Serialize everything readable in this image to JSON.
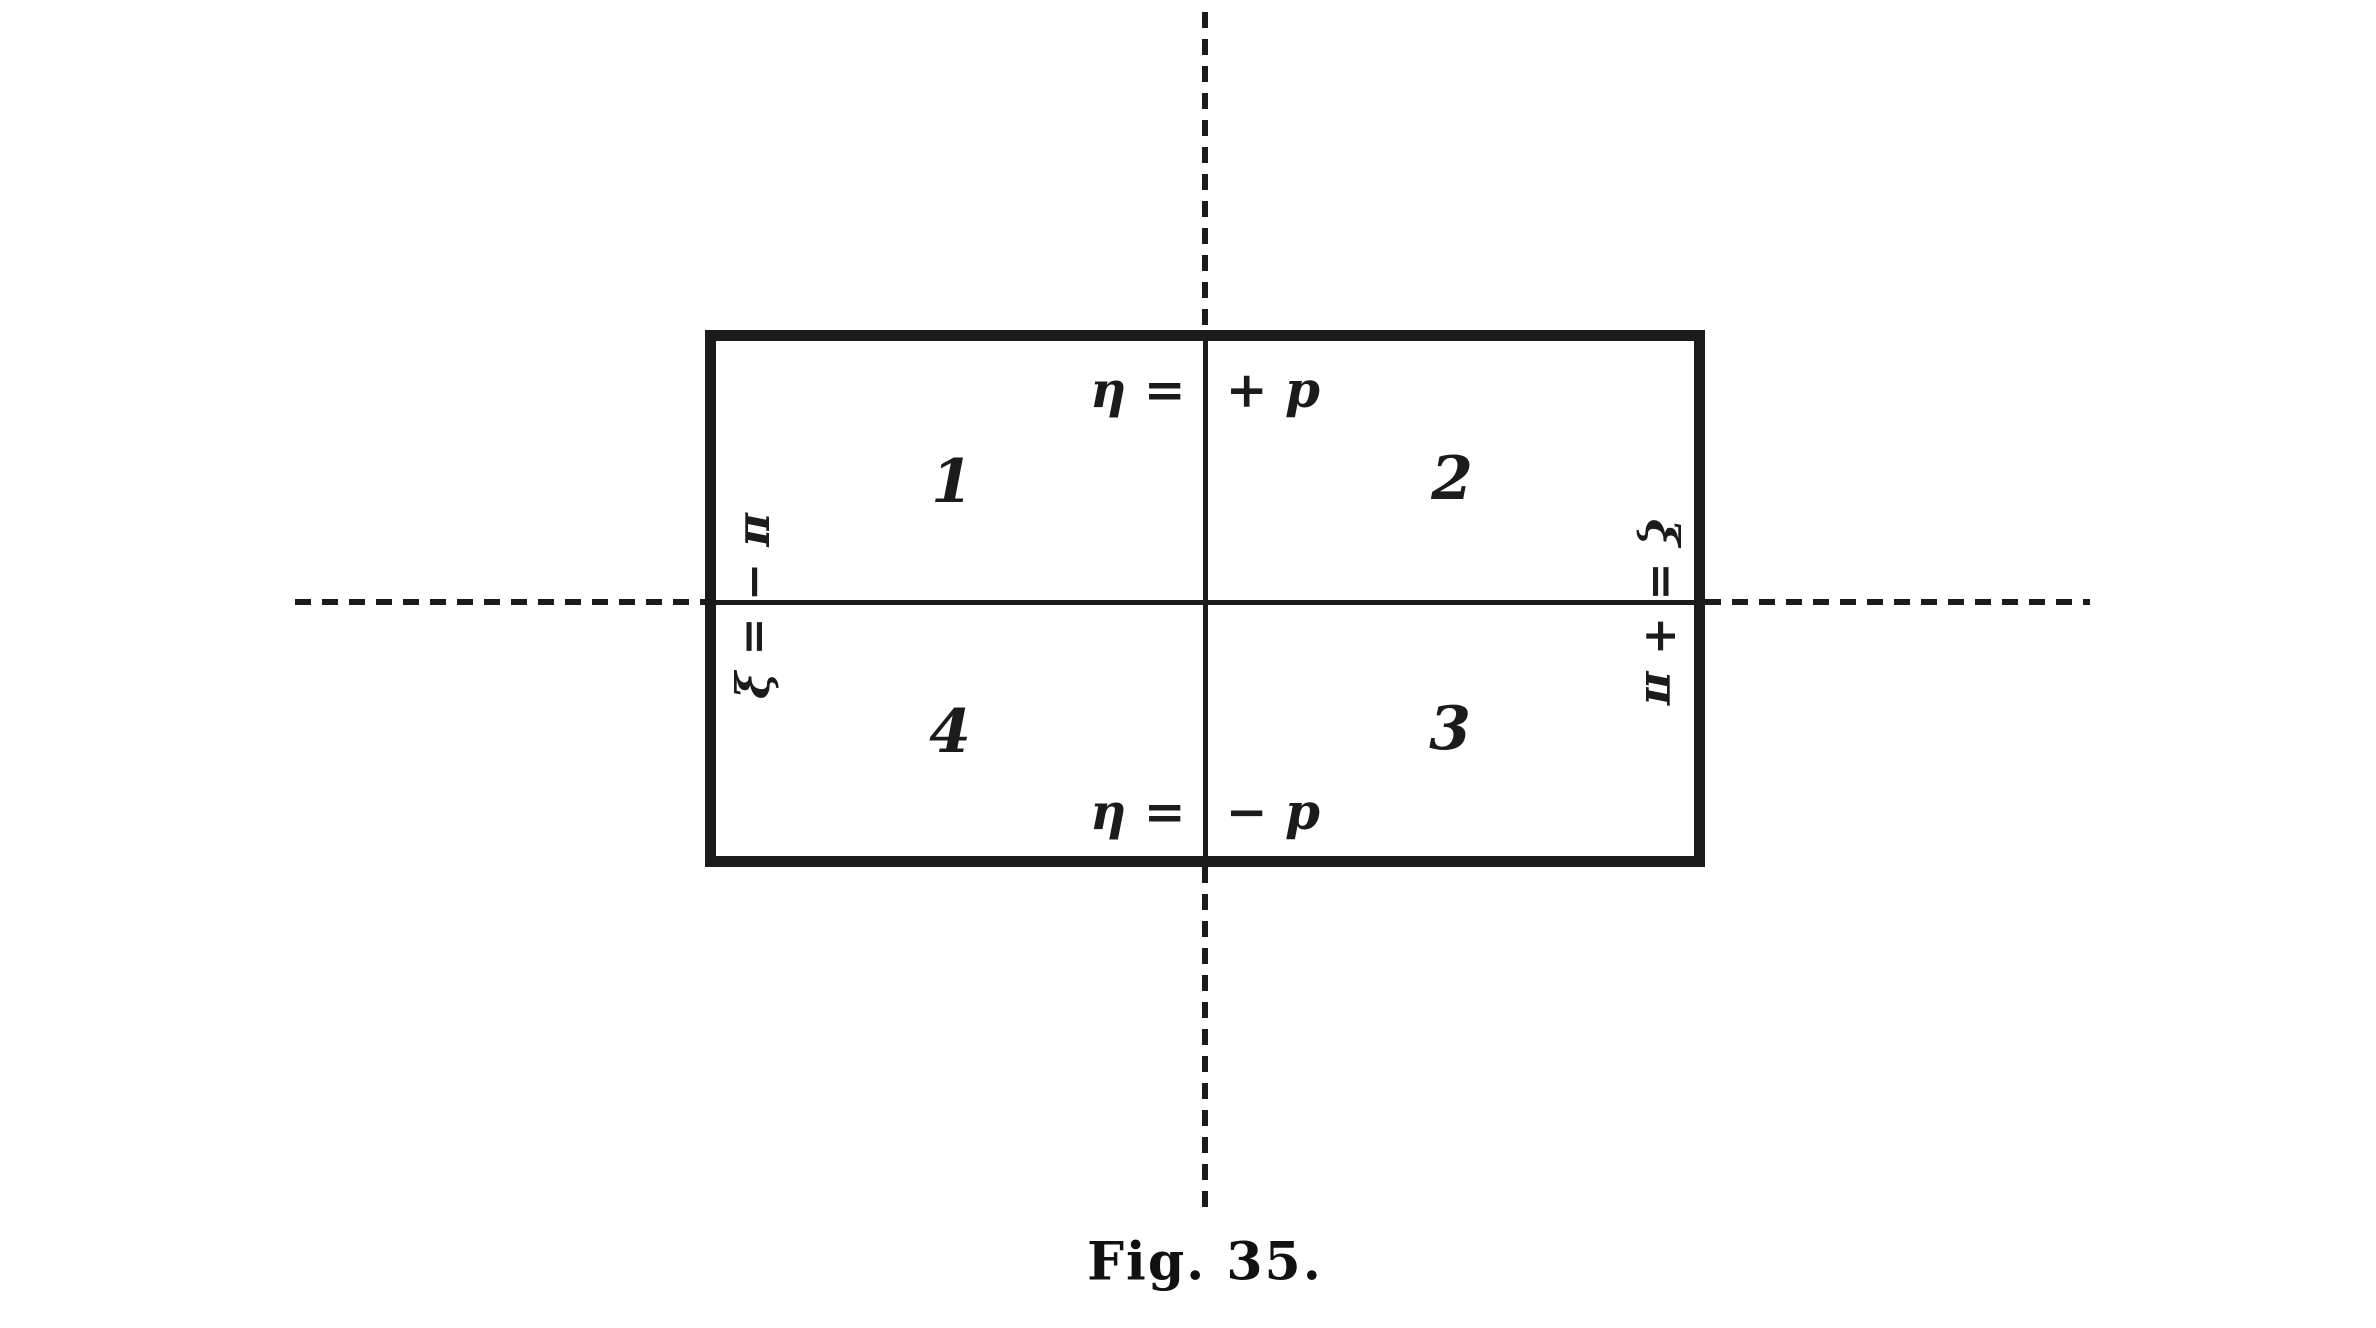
{
  "figure": {
    "caption": "Fig. 35.",
    "quadrants": {
      "q1": "1",
      "q2": "2",
      "q3": "3",
      "q4": "4"
    },
    "edge_labels": {
      "top_lhs": "η =",
      "top_rhs": "+ p",
      "bottom_lhs": "η =",
      "bottom_rhs": "− p",
      "left": "ξ = − π",
      "right": "ξ = + π"
    },
    "colors": {
      "ink": "#1b1b1b",
      "background": "#ffffff"
    }
  }
}
